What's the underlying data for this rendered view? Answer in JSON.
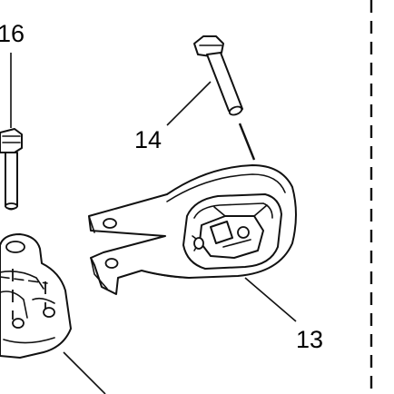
{
  "callouts": {
    "part_16": "16",
    "part_14": "14",
    "part_13": "13"
  }
}
